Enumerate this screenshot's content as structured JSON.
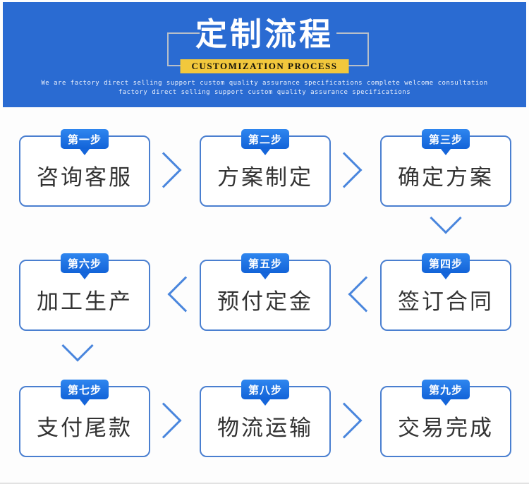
{
  "header": {
    "title": "定制流程",
    "badge": "CUSTOMIZATION PROCESS",
    "tagline_line1": "We are factory direct selling support custom quality assurance specifications complete welcome consultation",
    "tagline_line2": "factory direct selling support custom quality assurance specifications",
    "colors": {
      "banner_bg": "#2a6bd2",
      "title_text": "#ffffff",
      "badge_bg": "#f2c83c",
      "badge_text": "#15130a",
      "bracket_line": "#b7bfc9"
    }
  },
  "flow": {
    "colors": {
      "step_border": "#4a7fd0",
      "step_bg": "#ffffff",
      "step_label": "#333333",
      "badge_bg": "#1b74e8",
      "badge_text": "#ffffff",
      "arrow": "#4a86dd"
    },
    "steps": [
      {
        "badge": "第一步",
        "label": "咨询客服"
      },
      {
        "badge": "第二步",
        "label": "方案制定"
      },
      {
        "badge": "第三步",
        "label": "确定方案"
      },
      {
        "badge": "第四步",
        "label": "签订合同"
      },
      {
        "badge": "第五步",
        "label": "预付定金"
      },
      {
        "badge": "第六步",
        "label": "加工生产"
      },
      {
        "badge": "第七步",
        "label": "支付尾款"
      },
      {
        "badge": "第八步",
        "label": "物流运输"
      },
      {
        "badge": "第九步",
        "label": "交易完成"
      }
    ]
  }
}
